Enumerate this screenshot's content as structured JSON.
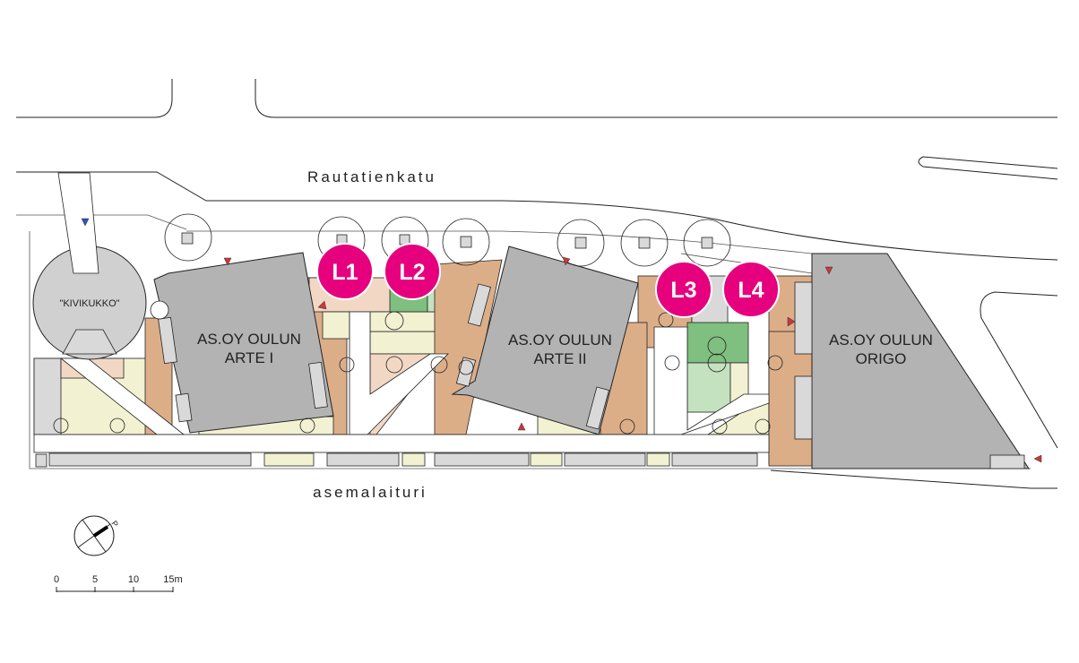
{
  "streets": {
    "north": "Rautatienkatu",
    "south": "asemalaituri"
  },
  "buildings": [
    {
      "line1": "AS.OY OULUN",
      "line2": "ARTE I"
    },
    {
      "line1": "AS.OY OULUN",
      "line2": "ARTE II"
    },
    {
      "line1": "AS.OY OULUN",
      "line2": "ORIGO"
    }
  ],
  "landmark": "\"KIVIKUKKO\"",
  "markers": [
    "L1",
    "L2",
    "L3",
    "L4"
  ],
  "compass": {
    "north_label": "P"
  },
  "scale": {
    "ticks": [
      "0",
      "5",
      "10",
      "15m"
    ]
  },
  "colors": {
    "marker": "#e6007e",
    "building": "#b3b3b3",
    "tan": "#dcae88",
    "green": "#7fbf7f",
    "entrance": "#c8383c"
  }
}
